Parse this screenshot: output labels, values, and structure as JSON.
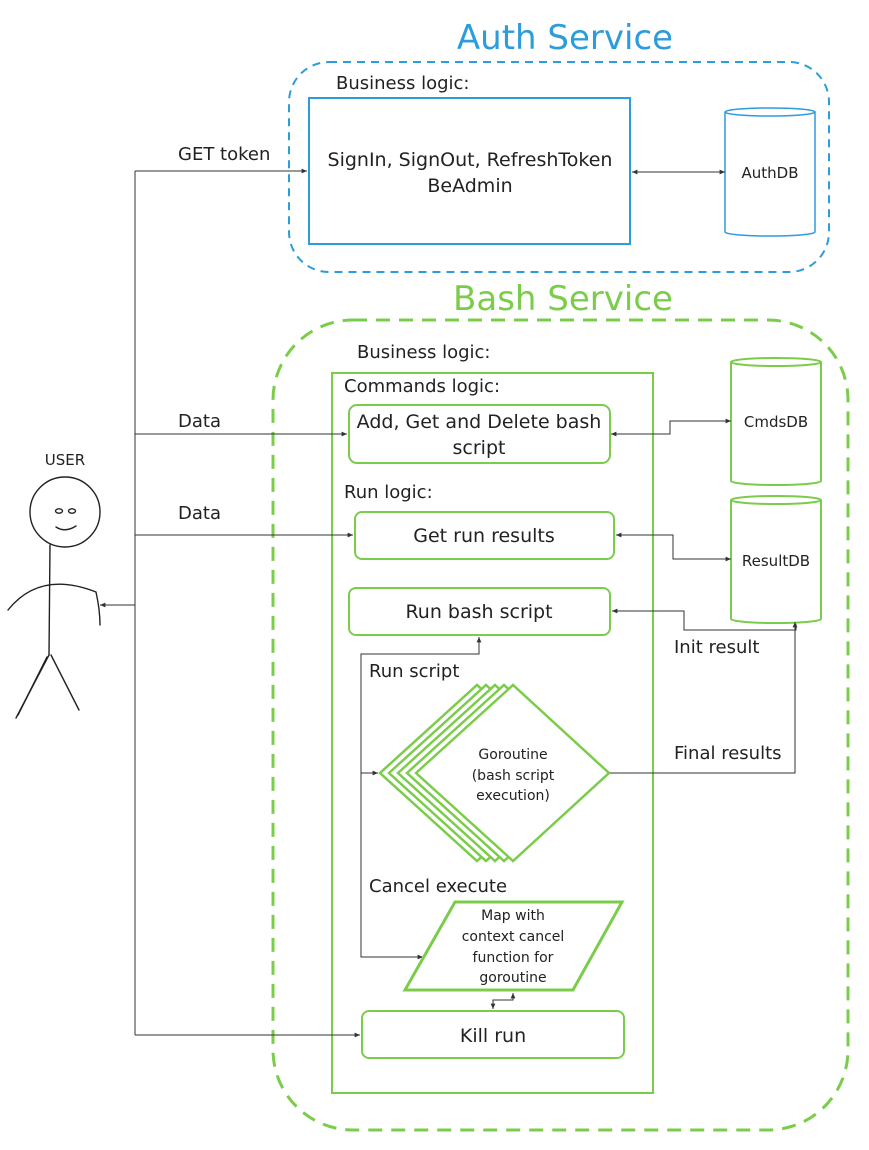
{
  "auth": {
    "title": "Auth Service",
    "business_label": "Business logic:",
    "box_line1": "SignIn, SignOut, RefreshToken",
    "box_line2": "BeAdmin",
    "db": "AuthDB"
  },
  "bash": {
    "title": "Bash Service",
    "business_label": "Business logic:",
    "commands_label": "Commands logic:",
    "commands_box_line1": "Add, Get and Delete bash",
    "commands_box_line2": "script",
    "cmds_db": "CmdsDB",
    "run_logic_label": "Run logic:",
    "get_results": "Get run results",
    "result_db": "ResultDB",
    "run_bash": "Run bash script",
    "init_result": "Init result",
    "run_script_label": "Run script",
    "goroutine_line1": "Goroutine",
    "goroutine_line2": "(bash script",
    "goroutine_line3": "execution)",
    "final_results": "Final results",
    "cancel_label": "Cancel execute",
    "map_line1": "Map with",
    "map_line2": "context cancel",
    "map_line3": "function for",
    "map_line4": "goroutine",
    "kill_run": "Kill run"
  },
  "user": {
    "label": "USER"
  },
  "edges": {
    "get_token": "GET token",
    "data1": "Data",
    "data2": "Data"
  },
  "colors": {
    "auth_blue": "#2d9cdb",
    "bash_green": "#7ccc4b",
    "connector": "#333333"
  }
}
